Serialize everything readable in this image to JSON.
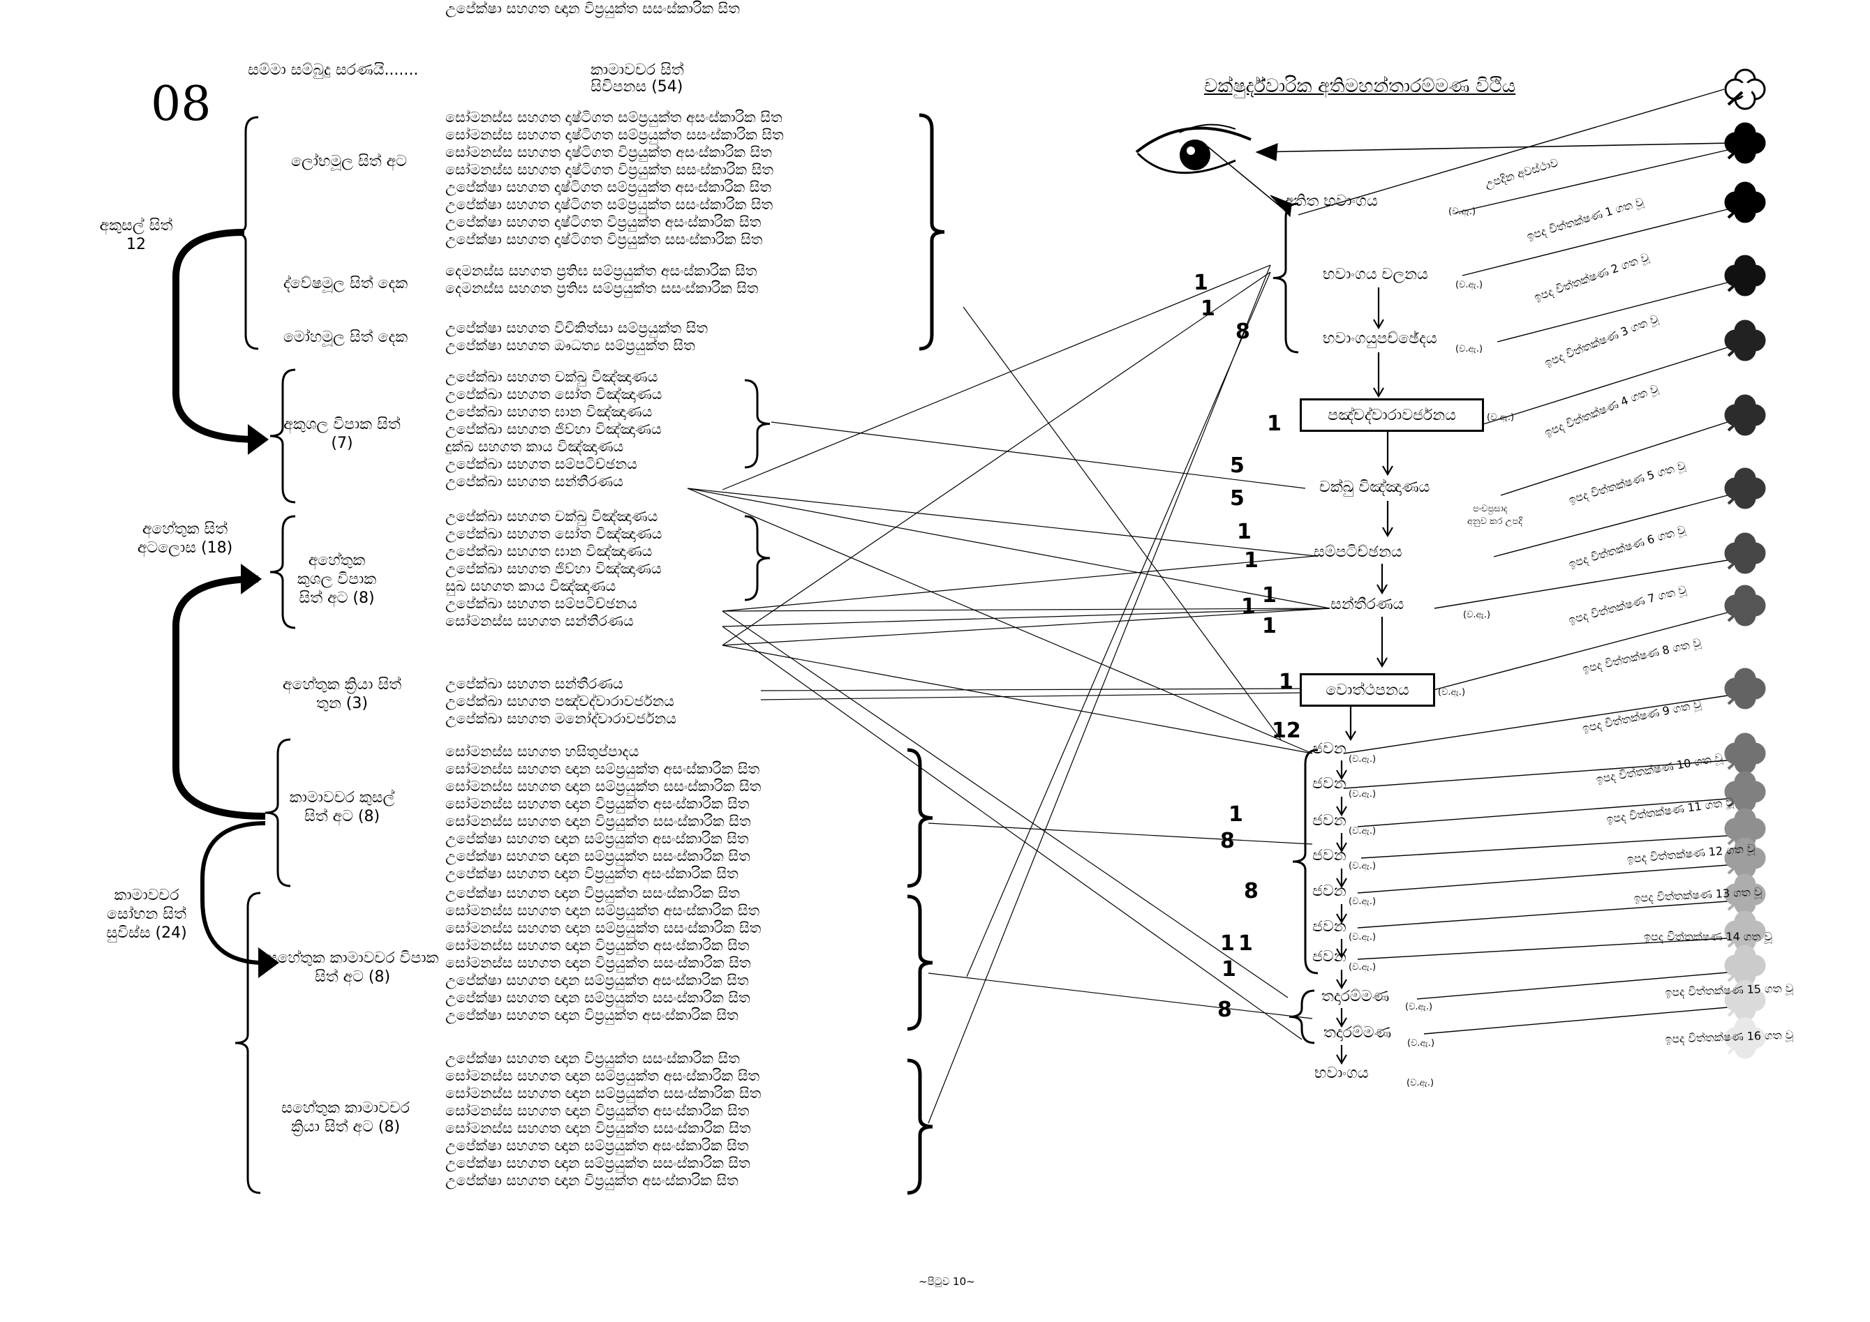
{
  "page_no": "08",
  "header": {
    "salutation": "සම්මා සම්බුදු සරණයි.......",
    "subtitle_1": "කාමාවචර සිත්",
    "subtitle_2": "සිවිපනස (54)",
    "title": "චක්ෂුර්ද්වාරික අතිමහන්තාරම්මණ විථිය"
  },
  "left": {
    "akusal": "අකුසල් සිත් 12",
    "ahetuka": "අහේතුක සිත් අටලොස (18)",
    "kamavacara_sobhana": "කාමාවචර සෝභන සිත් සුවිස්ස (24)",
    "groups": [
      {
        "label": "ලෝභමූල සිත් අට"
      },
      {
        "label": "ද්වේෂමූල සිත් දෙක"
      },
      {
        "label": "මෝහමූල සිත් දෙක"
      },
      {
        "label": "අකුශල විපාක සිත් (7)"
      },
      {
        "label": "අහේතුක කුශල විපාක සිත් අට (8)"
      },
      {
        "label": "අහේතුක ක්‍රියා සිත් තුන (3)"
      },
      {
        "label": "කාමාවචර කුසල් සිත් අට (8)"
      },
      {
        "label": "සහේතුක කාමාවචර විපාක සිත් අට (8)"
      },
      {
        "label": "සහේතුක කාමාවචර ක්‍රියා සිත් අට (8)"
      }
    ],
    "citta_lines": [
      "සෝමනස්ස සහගත දෘෂ්ටිගත සම්ප්‍රයුක්ත අසංස්කාරික සිත",
      "සෝමනස්ස සහගත දෘෂ්ටිගත සම්ප්‍රයුක්ත සසංස්කාරික සිත",
      "සෝමනස්ස සහගත දෘෂ්ටිගත විප්‍රයුක්ත අසංස්කාරික සිත",
      "සෝමනස්ස සහගත දෘෂ්ටිගත විප්‍රයුක්ත සසංස්කාරික සිත",
      "උපේක්ෂා සහගත දෘෂ්ටිගත සම්ප්‍රයුක්ත අසංස්කාරික සිත",
      "උපේක්ෂා සහගත දෘෂ්ටිගත සම්ප්‍රයුක්ත සසංස්කාරික සිත",
      "උපේක්ෂා සහගත දෘෂ්ටිගත විප්‍රයුක්ත අසංස්කාරික සිත",
      "උපේක්ෂා සහගත දෘෂ්ටිගත විප්‍රයුක්ත සසංස්කාරික සිත",
      "දෙමනස්ස සහගත ප්‍රතිඝ සම්ප්‍රයුක්ත අසංස්කාරික සිත",
      "දෙමනස්ස සහගත ප්‍රතිඝ සම්ප්‍රයුක්ත සසංස්කාරික සිත",
      "උපේක්ෂා සහගත විචිකිත්සා සම්ප්‍රයුක්ත සිත",
      "උපේක්ෂා සහගත ඖධත්‍ය සම්ප්‍රයුක්ත සිත",
      "උපේක්ඛා සහගත චක්ඛු විඤ්ඤාණය",
      "උපේක්ඛා සහගත සෝත විඤ්ඤාණය",
      "උපේක්ඛා සහගත ඝාන විඤ්ඤාණය",
      "උපේක්ඛා සහගත ජිව්හා විඤ්ඤාණය",
      "දුක්ඛ සහගත කාය විඤ්ඤාණය",
      "උපේක්ඛා සහගත සම්පටිච්ඡනය",
      "උපේක්ඛා සහගත සන්තීරණය",
      "උපේක්ඛා සහගත චක්ඛු විඤ්ඤාණය",
      "උපේක්ඛා සහගත සෝත විඤ්ඤාණය",
      "උපේක්ඛා සහගත ඝාන විඤ්ඤාණය",
      "උපේක්ඛා සහගත ජිව්හා විඤ්ඤාණය",
      "සුඛ සහගත කාය විඤ්ඤාණය",
      "උපේක්ඛා සහගත සම්පටිච්ඡනය",
      "සෝමනස්ස සහගත සන්තීරණය",
      "උපේක්ඛා සහගත සන්තීරණය",
      "උපේක්ඛා සහගත පඤ්චද්වාරාවර්ජනය",
      "උපේක්ඛා සහගත මනෝද්වාරාවර්ජනය",
      "සෝමනස්ස සහගත හසිතුප්පාදය",
      "සෝමනස්ස සහගත ඥාන සම්ප්‍රයුක්ත අසංස්කාරික සිත",
      "සෝමනස්ස සහගත ඥාන සම්ප්‍රයුක්ත සසංස්කාරික සිත",
      "සෝමනස්ස සහගත ඥාන විප්‍රයුක්ත අසංස්කාරික සිත",
      "සෝමනස්ස සහගත ඥාන විප්‍රයුක්ත සසංස්කාරික සිත",
      "උපේක්ෂා සහගත ඥාන සම්ප්‍රයුක්ත අසංස්කාරික සිත",
      "උපේක්ෂා සහගත ඥාන සම්ප්‍රයුක්ත සසංස්කාරික සිත",
      "උපේක්ෂා සහගත ඥාන විප්‍රයුක්ත අසංස්කාරික සිත",
      "උපේක්ෂා සහගත ඥාන විප්‍රයුක්ත සසංස්කාරික සිත",
      "සෝමනස්ස සහගත ඥාන සම්ප්‍රයුක්ත අසංස්කාරික සිත",
      "සෝමනස්ස සහගත ඥාන සම්ප්‍රයුක්ත සසංස්කාරික සිත",
      "සෝමනස්ස සහගත ඥාන විප්‍රයුක්ත අසංස්කාරික සිත",
      "සෝමනස්ස සහගත ඥාන විප්‍රයුක්ත සසංස්කාරික සිත",
      "උපේක්ෂා සහගත ඥාන සම්ප්‍රයුක්ත අසංස්කාරික සිත",
      "උපේක්ෂා සහගත ඥාන සම්ප්‍රයුක්ත සසංස්කාරික සිත",
      "උපේක්ෂා සහගත ඥාන විප්‍රයුක්ත අසංස්කාරික සිත",
      "උපේක්ෂා සහගත ඥාන විප්‍රයුක්ත සසංස්කාරික සිත",
      "සෝමනස්ස සහගත ඥාන සම්ප්‍රයුක්ත අසංස්කාරික සිත",
      "සෝමනස්ස සහගත ඥාන සම්ප්‍රයුක්ත සසංස්කාරික සිත",
      "සෝමනස්ස සහගත ඥාන විප්‍රයුක්ත අසංස්කාරික සිත",
      "සෝමනස්ස සහගත ඥාන විප්‍රයුක්ත සසංස්කාරික සිත",
      "උපේක්ෂා සහගත ඥාන සම්ප්‍රයුක්ත අසංස්කාරික සිත",
      "උපේක්ෂා සහගත ඥාන සම්ප්‍රයුක්ත සසංස්කාරික සිත",
      "උපේක්ෂා සහගත ඥාන විප්‍රයුක්ත අසංස්කාරික සිත",
      "උපේක්ෂා සහගත ඥාන විප්‍රයුක්ත සසංස්කාරික සිත"
    ]
  },
  "vithi": {
    "steps": [
      "අතිත භවාංගය",
      "භවාංගය චලනය",
      "භවාංගයුපච්ඡේදය",
      "පඤ්චද්වාරාවර්ජනය",
      "චක්ඛු විඤ්ඤාණය",
      "සම්පටිච්ඡනය",
      "සන්තීරණය",
      "වොත්ථපනය",
      "ජවන",
      "ජවන",
      "ජවන",
      "ජවන",
      "ජවන",
      "ජවන",
      "ජවන",
      "තදාරම්මණ",
      "තදාරම්මණ",
      "භවාංගය"
    ],
    "wo_label": "(ව.ඇ.)",
    "side_note_1": "පංචප්‍රසාද",
    "side_note_2": "අනුව කර උපදි",
    "arrival_label": "උපදින අවස්ථාව",
    "moment_labels": [
      "ඉපද විත්තක්ෂණ 1 ගත වූ",
      "ඉපද විත්තක්ෂණ 2 ගත වූ",
      "ඉපද විත්තක්ෂණ 3 ගත වූ",
      "ඉපද විත්තක්ෂණ 4 ගත වූ",
      "ඉපද විත්තක්ෂණ 5 ගත වූ",
      "ඉපද විත්තක්ෂණ 6 ගත වූ",
      "ඉපද විත්තක්ෂණ 7 ගත වූ",
      "ඉපද විත්තක්ෂණ 8 ගත වූ",
      "ඉපද විත්තක්ෂණ 9 ගත වූ",
      "ඉපද විත්තක්ෂණ 10 ගත වූ",
      "ඉපද විත්තක්ෂණ 11 ගත වූ",
      "ඉපද විත්තක්ෂණ 12 ගත වූ",
      "ඉපද විත්තක්ෂණ 13 ගත වූ",
      "ඉපද විත්තක්ෂණ 14 ගත වූ",
      "ඉපද විත්තක්ෂණ 15 ගත වූ",
      "ඉපද විත්තක්ෂණ 16 ගත වූ"
    ],
    "counts": [
      "1",
      "1",
      "8",
      "1",
      "5",
      "5",
      "1",
      "1",
      "1",
      "1",
      "1",
      "1",
      "12",
      "1",
      "8",
      "8",
      "1",
      "1",
      "1",
      "8"
    ]
  },
  "footer": "~පිටුව 10~"
}
